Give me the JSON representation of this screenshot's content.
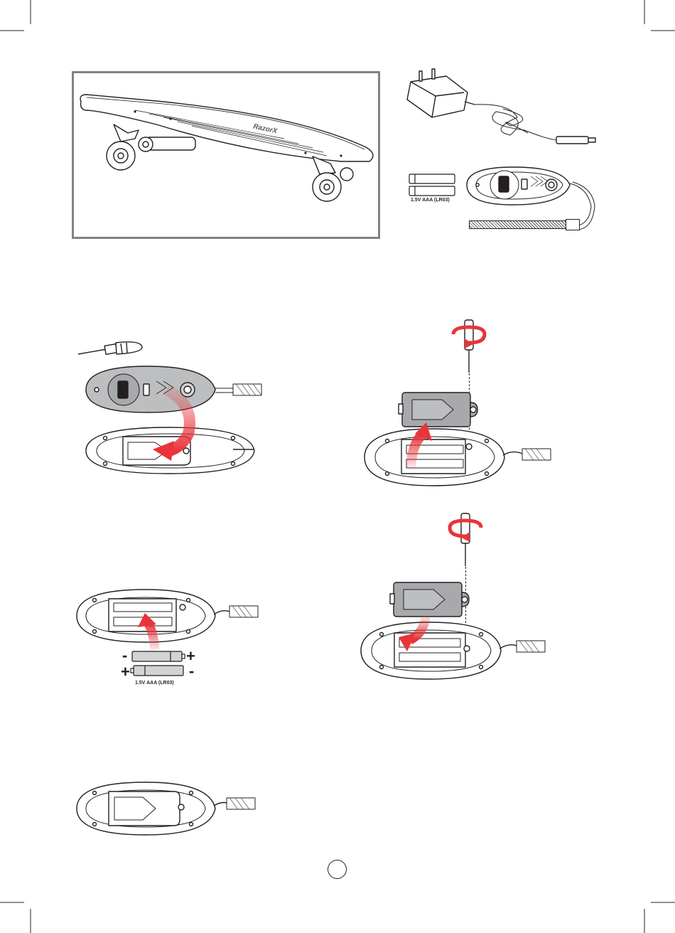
{
  "contents": {
    "battery_label": "1.5V  AAA (LR03)",
    "brand_mark": "RazorX"
  },
  "step_install": {
    "battery_label": "1.5V  AAA (LR03)",
    "polarity": {
      "top_left": "-",
      "top_right": "+",
      "bottom_left": "+",
      "bottom_right": "-"
    }
  },
  "colors": {
    "line": "#231f20",
    "arrow_red": "#e8343a",
    "remote_gray": "#bcbec0",
    "frame_gray": "#808285"
  }
}
